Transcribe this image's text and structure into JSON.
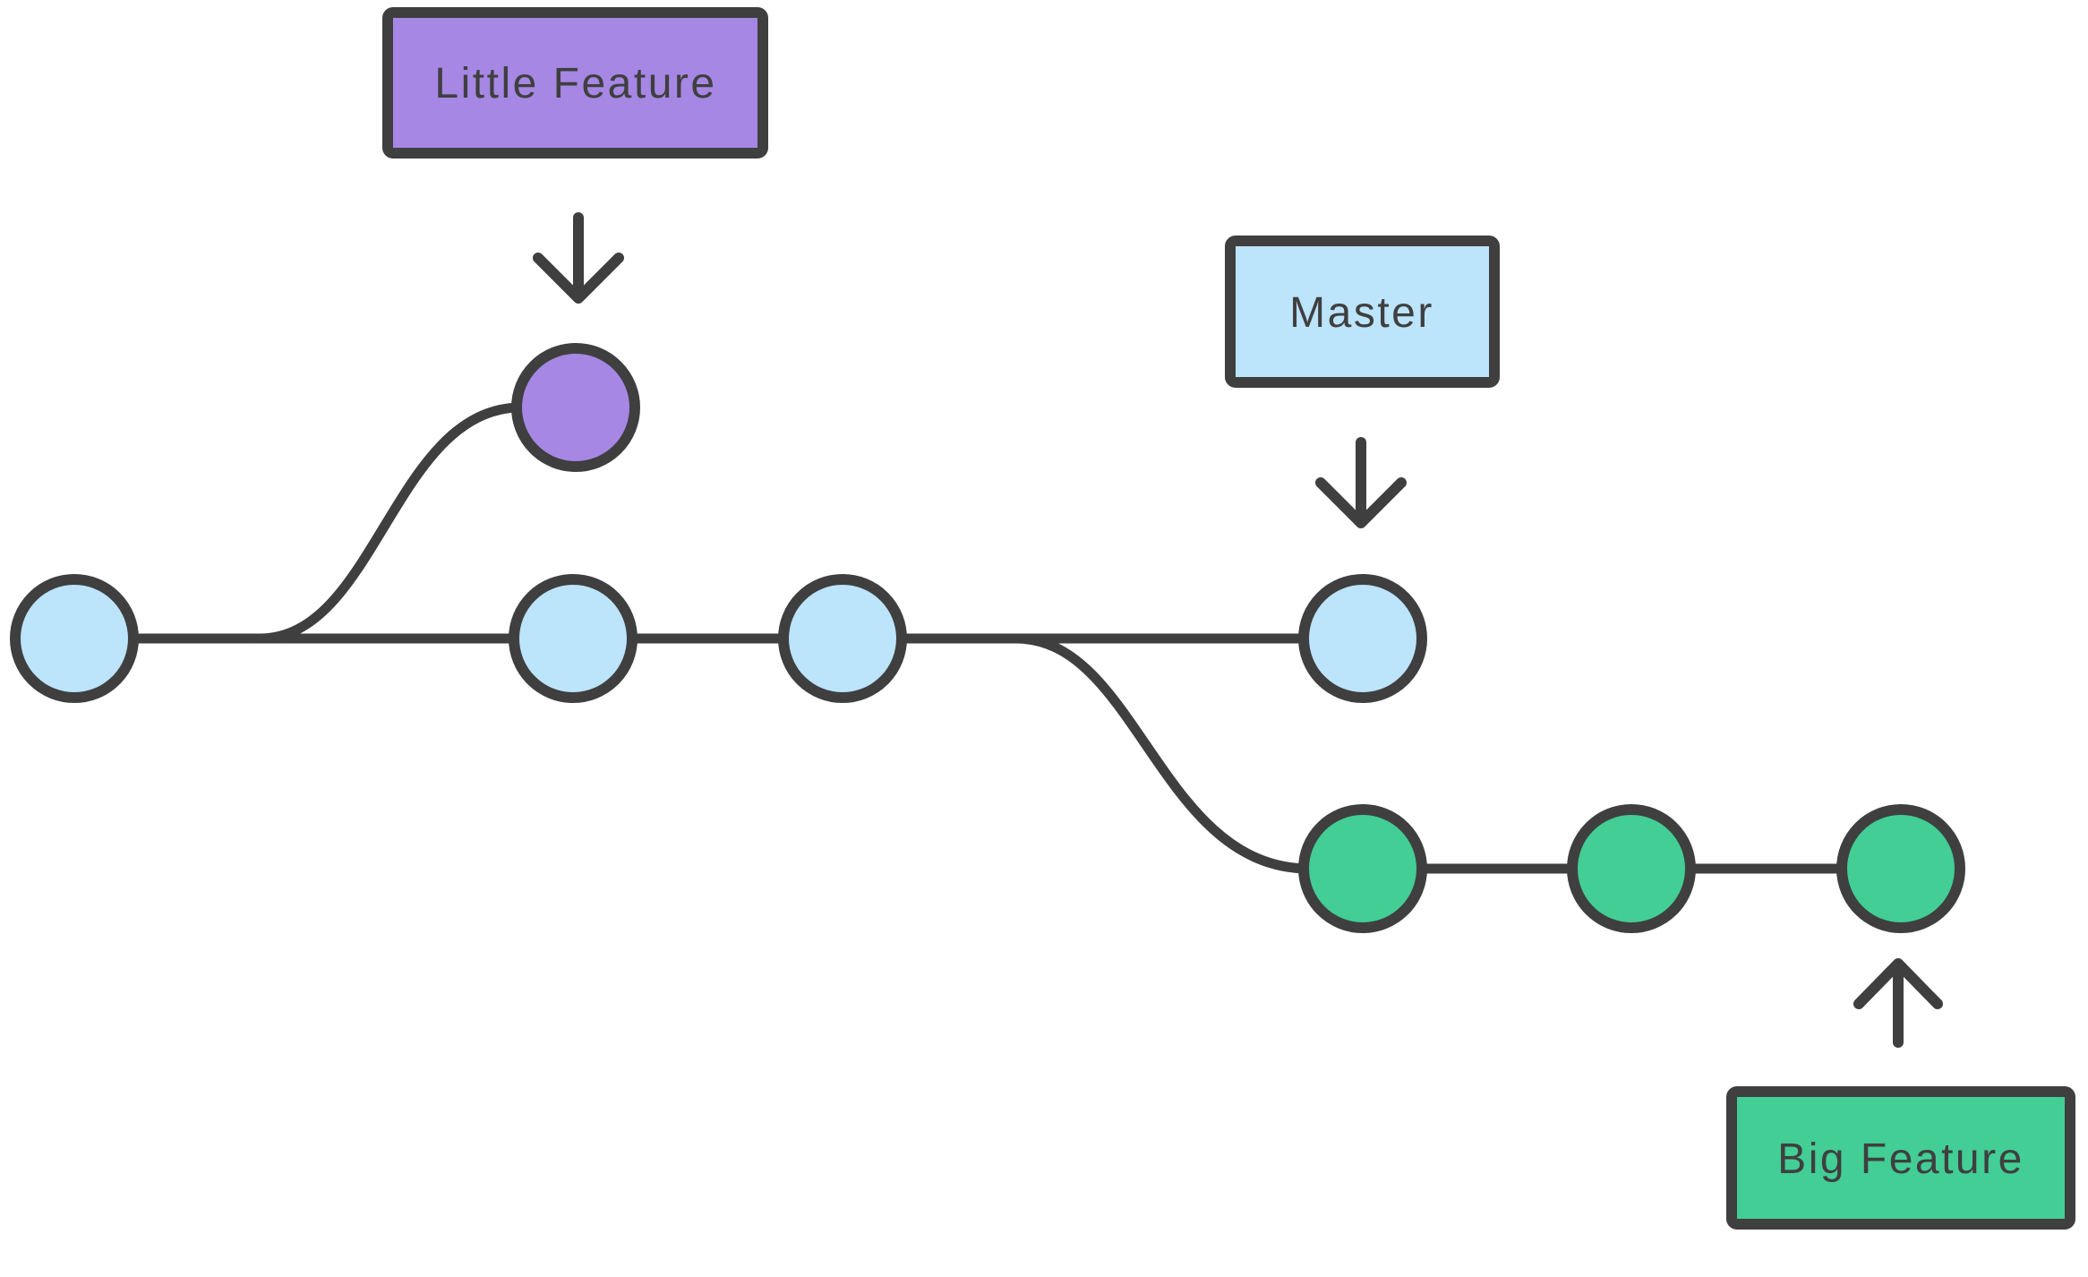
{
  "diagram": {
    "type": "git-branching-diagram",
    "background_color": "#ffffff",
    "line_color": "#3f3f3f",
    "text_color": "#3f3f3f",
    "branches": {
      "master": {
        "label": "Master",
        "node_color": "#bce4fb",
        "commit_count": 4
      },
      "little_feature": {
        "label": "Little Feature",
        "node_color": "#a687e4",
        "commit_count": 1
      },
      "big_feature": {
        "label": "Big Feature",
        "node_color": "#42ce95",
        "commit_count": 3
      }
    },
    "icons": {
      "little_feature_pointer": "arrow-down-icon",
      "master_pointer": "arrow-down-icon",
      "big_feature_pointer": "arrow-up-icon"
    }
  }
}
